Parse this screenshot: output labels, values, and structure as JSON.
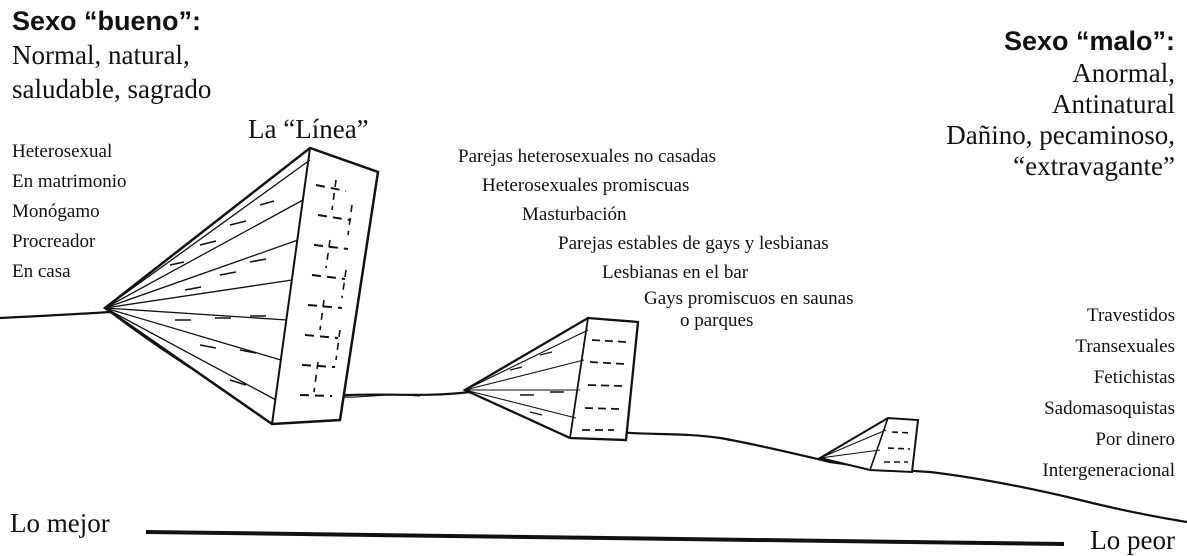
{
  "good": {
    "heading": "Sexo “bueno”:",
    "description": [
      "Normal, natural,",
      "saludable, sagrado"
    ],
    "items": [
      "Heterosexual",
      "En matrimonio",
      "Monógamo",
      "Procreador",
      "En casa"
    ]
  },
  "bad": {
    "heading": "Sexo “malo”:",
    "description": [
      "Anormal,",
      "Antinatural",
      "Dañino, pecaminoso,",
      "“extravagante”"
    ],
    "items": [
      "Travestidos",
      "Transexuales",
      "Fetichistas",
      "Sadomasoquistas",
      "Por dinero",
      "Intergeneracional"
    ]
  },
  "line_title": "La “Línea”",
  "middle": {
    "items": [
      "Parejas heterosexuales no casadas",
      "Heterosexuales promiscuas",
      "Masturbación",
      "Parejas estables de gays y lesbianas",
      "Lesbianas en el bar",
      "Gays promiscuos en saunas",
      "o parques"
    ]
  },
  "scale": {
    "best_label": "Lo mejor",
    "worst_label": "Lo peor"
  }
}
